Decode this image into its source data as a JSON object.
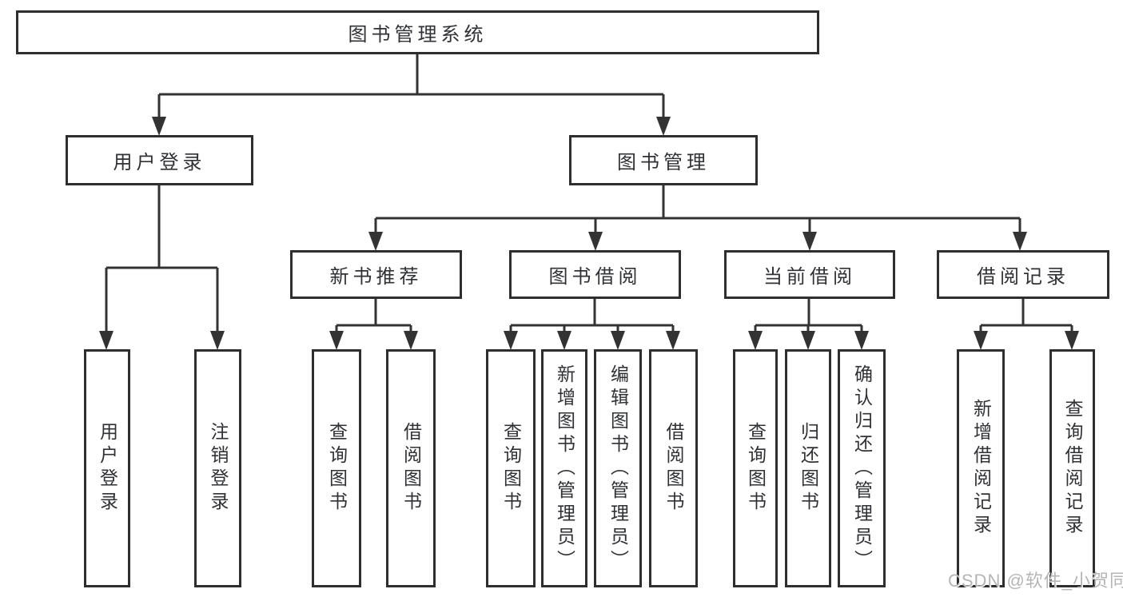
{
  "tree": {
    "root": {
      "label": "图书管理系统"
    },
    "children": [
      {
        "label": "用户登录",
        "children": [
          {
            "label": "用户登录"
          },
          {
            "label": "注销登录"
          }
        ]
      },
      {
        "label": "图书管理",
        "children": [
          {
            "label": "新书推荐",
            "children": [
              {
                "label": "查询图书"
              },
              {
                "label": "借阅图书"
              }
            ]
          },
          {
            "label": "图书借阅",
            "children": [
              {
                "label": "查询图书"
              },
              {
                "label": "新增图书（管理员）"
              },
              {
                "label": "编辑图书（管理员）"
              },
              {
                "label": "借阅图书"
              }
            ]
          },
          {
            "label": "当前借阅",
            "children": [
              {
                "label": "查询图书"
              },
              {
                "label": "归还图书"
              },
              {
                "label": "确认归还（管理员）"
              }
            ]
          },
          {
            "label": "借阅记录",
            "children": [
              {
                "label": "新增借阅记录"
              },
              {
                "label": "查询借阅记录"
              }
            ]
          }
        ]
      }
    ]
  },
  "watermark": "CSDN @软件_小贺同学",
  "colors": {
    "box_border": "#2e2e2e",
    "connector_line": "#333333",
    "text": "#2f3134",
    "watermark_text": "#b5b5b5"
  }
}
